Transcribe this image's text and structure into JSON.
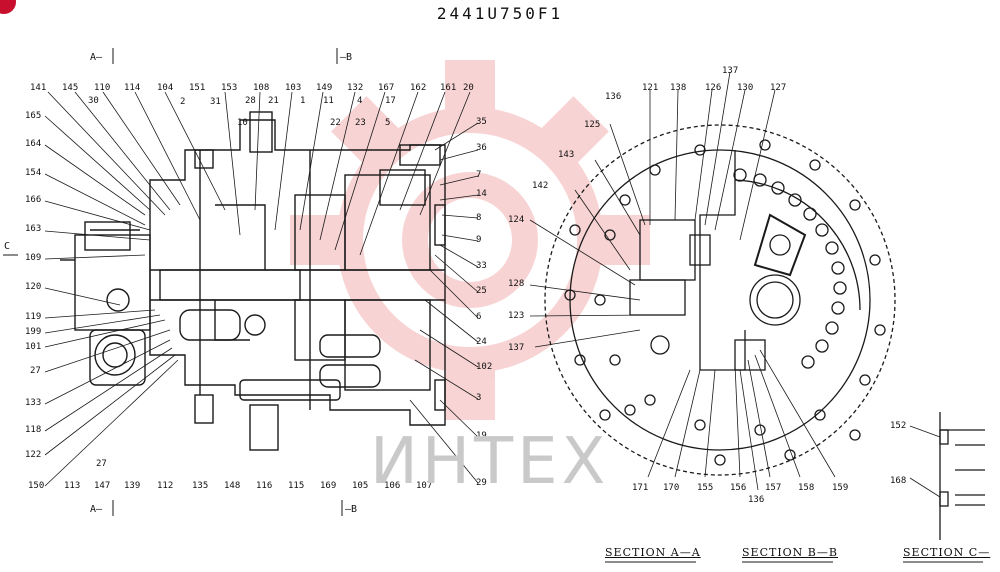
{
  "title": "2441U750F1",
  "watermark_text": "ИНТЕХ",
  "section_markers": {
    "a_top": "A—",
    "b_top": "—B",
    "a_bottom": "A—",
    "b_bottom": "—B",
    "c_side": "C"
  },
  "section_captions": [
    "SECTION A—A",
    "SECTION B—B",
    "SECTION C—"
  ],
  "callouts_left": [
    "141",
    "145",
    "110",
    "30",
    "114",
    "104",
    "2",
    "151",
    "31",
    "153",
    "28",
    "108",
    "21",
    "103",
    "1",
    "149",
    "11",
    "132",
    "4",
    "167",
    "17",
    "162",
    "161",
    "20",
    "165",
    "10",
    "22",
    "23",
    "5",
    "35",
    "36",
    "164",
    "154",
    "7",
    "14",
    "166",
    "8",
    "163",
    "9",
    "109",
    "33",
    "25",
    "120",
    "6",
    "119",
    "24",
    "199",
    "101",
    "102",
    "27",
    "3",
    "133",
    "19",
    "118",
    "122",
    "27",
    "150",
    "113",
    "147",
    "139",
    "112",
    "135",
    "148",
    "116",
    "115",
    "169",
    "105",
    "106",
    "107",
    "29"
  ],
  "callouts_right": [
    "137",
    "136",
    "121",
    "138",
    "126",
    "130",
    "127",
    "125",
    "143",
    "142",
    "124",
    "128",
    "123",
    "137",
    "171",
    "170",
    "155",
    "156",
    "157",
    "158",
    "159",
    "136"
  ],
  "callouts_c": [
    "152",
    "168"
  ],
  "colors": {
    "line": "#1a1a1a",
    "watermark": "#e23a3a",
    "watermark_text": "#c9c9c9",
    "badge": "#c8102e"
  },
  "icons": [
    "logo-badge",
    "watermark-gear"
  ]
}
